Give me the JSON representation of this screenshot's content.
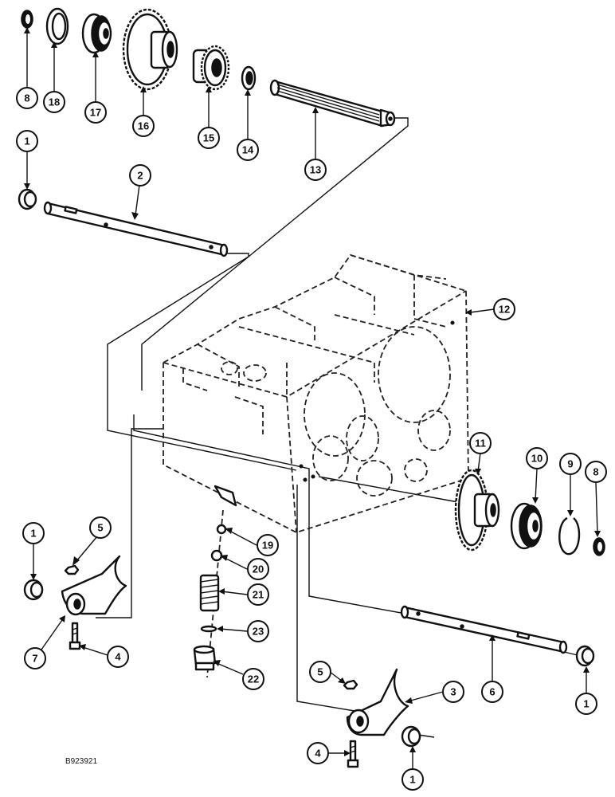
{
  "figure_code": "B923921",
  "callouts": [
    {
      "id": "c8a",
      "label": "8"
    },
    {
      "id": "c18",
      "label": "18"
    },
    {
      "id": "c17",
      "label": "17"
    },
    {
      "id": "c16",
      "label": "16"
    },
    {
      "id": "c15",
      "label": "15"
    },
    {
      "id": "c14",
      "label": "14"
    },
    {
      "id": "c13",
      "label": "13"
    },
    {
      "id": "c1a",
      "label": "1"
    },
    {
      "id": "c2",
      "label": "2"
    },
    {
      "id": "c12",
      "label": "12"
    },
    {
      "id": "c11",
      "label": "11"
    },
    {
      "id": "c10",
      "label": "10"
    },
    {
      "id": "c9",
      "label": "9"
    },
    {
      "id": "c8b",
      "label": "8"
    },
    {
      "id": "c1b",
      "label": "1"
    },
    {
      "id": "c5a",
      "label": "5"
    },
    {
      "id": "c19",
      "label": "19"
    },
    {
      "id": "c20",
      "label": "20"
    },
    {
      "id": "c21",
      "label": "21"
    },
    {
      "id": "c23",
      "label": "23"
    },
    {
      "id": "c22",
      "label": "22"
    },
    {
      "id": "c7",
      "label": "7"
    },
    {
      "id": "c4a",
      "label": "4"
    },
    {
      "id": "c6",
      "label": "6"
    },
    {
      "id": "c3",
      "label": "3"
    },
    {
      "id": "c5b",
      "label": "5"
    },
    {
      "id": "c1c",
      "label": "1"
    },
    {
      "id": "c4b",
      "label": "4"
    },
    {
      "id": "c1d",
      "label": "1"
    }
  ]
}
